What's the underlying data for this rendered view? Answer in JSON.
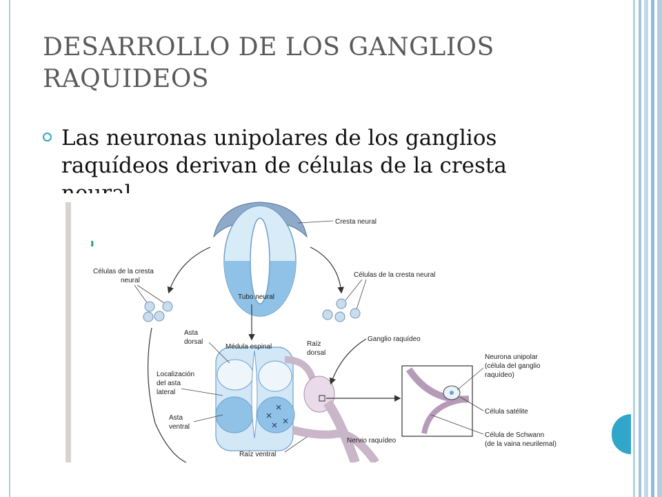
{
  "slide": {
    "title_line1": "DESARROLLO DE LOS GANGLIOS",
    "title_line2": "RAQUIDEOS",
    "bullet_line1": "Las neuronas unipolares de los ganglios",
    "bullet_line2": "raquídeos derivan de células de la cresta",
    "bullet_line3": "neural"
  },
  "figure": {
    "labels": {
      "cresta_neural": "Cresta neural",
      "celulas_cresta_left_1": "Células de la cresta",
      "celulas_cresta_left_2": "neural",
      "celulas_cresta_right": "Células de la cresta neural",
      "tubo_neural": "Tubo neural",
      "asta_dorsal_1": "Asta",
      "asta_dorsal_2": "dorsal",
      "medula_espinal": "Médula espinal",
      "raiz_dorsal_1": "Raíz",
      "raiz_dorsal_2": "dorsal",
      "ganglio_raquideo": "Ganglio raquídeo",
      "localizacion_1": "Localización",
      "localizacion_2": "del asta",
      "localizacion_3": "lateral",
      "asta_ventral_1": "Asta",
      "asta_ventral_2": "ventral",
      "raiz_ventral": "Raíz ventral",
      "nervio_raquideo": "Nervio raquídeo",
      "neurona_unipolar_1": "Neurona unipolar",
      "neurona_unipolar_2": "(célula del ganglio",
      "neurona_unipolar_3": "raquídeo)",
      "celula_satelite": "Célula satélite",
      "celula_schwann_1": "Célula de Schwann",
      "celula_schwann_2": "(de la vaina neurilemal)"
    },
    "colors": {
      "light_blue": "#cfe6f5",
      "mid_blue": "#8fc2e6",
      "dark_blue": "#6f9fcb",
      "accent": "#31a6ca"
    }
  }
}
